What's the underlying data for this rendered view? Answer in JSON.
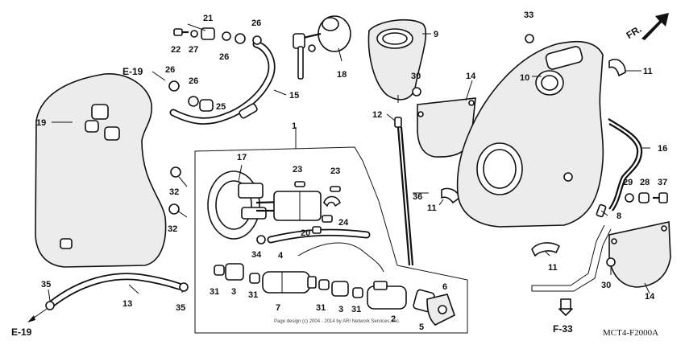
{
  "diagram": {
    "direction_label": "FR.",
    "diagram_code": "MCT4-F2000A",
    "copyright": "Page design (c) 2004 - 2014 by ARI Network Services, Inc.",
    "callouts": [
      "1",
      "2",
      "3",
      "3",
      "4",
      "5",
      "6",
      "7",
      "8",
      "9",
      "10",
      "11",
      "11",
      "11",
      "12",
      "13",
      "14",
      "14",
      "15",
      "16",
      "17",
      "18",
      "19",
      "20",
      "21",
      "22",
      "23",
      "23",
      "24",
      "25",
      "26",
      "26",
      "26",
      "26",
      "27",
      "28",
      "29",
      "30",
      "30",
      "31",
      "31",
      "31",
      "31",
      "32",
      "32",
      "33",
      "34",
      "35",
      "35",
      "36",
      "37"
    ],
    "section_refs": [
      "E-19",
      "E-19",
      "F-33"
    ],
    "colors": {
      "ink": "#111111",
      "stipple": "#ececec"
    }
  }
}
